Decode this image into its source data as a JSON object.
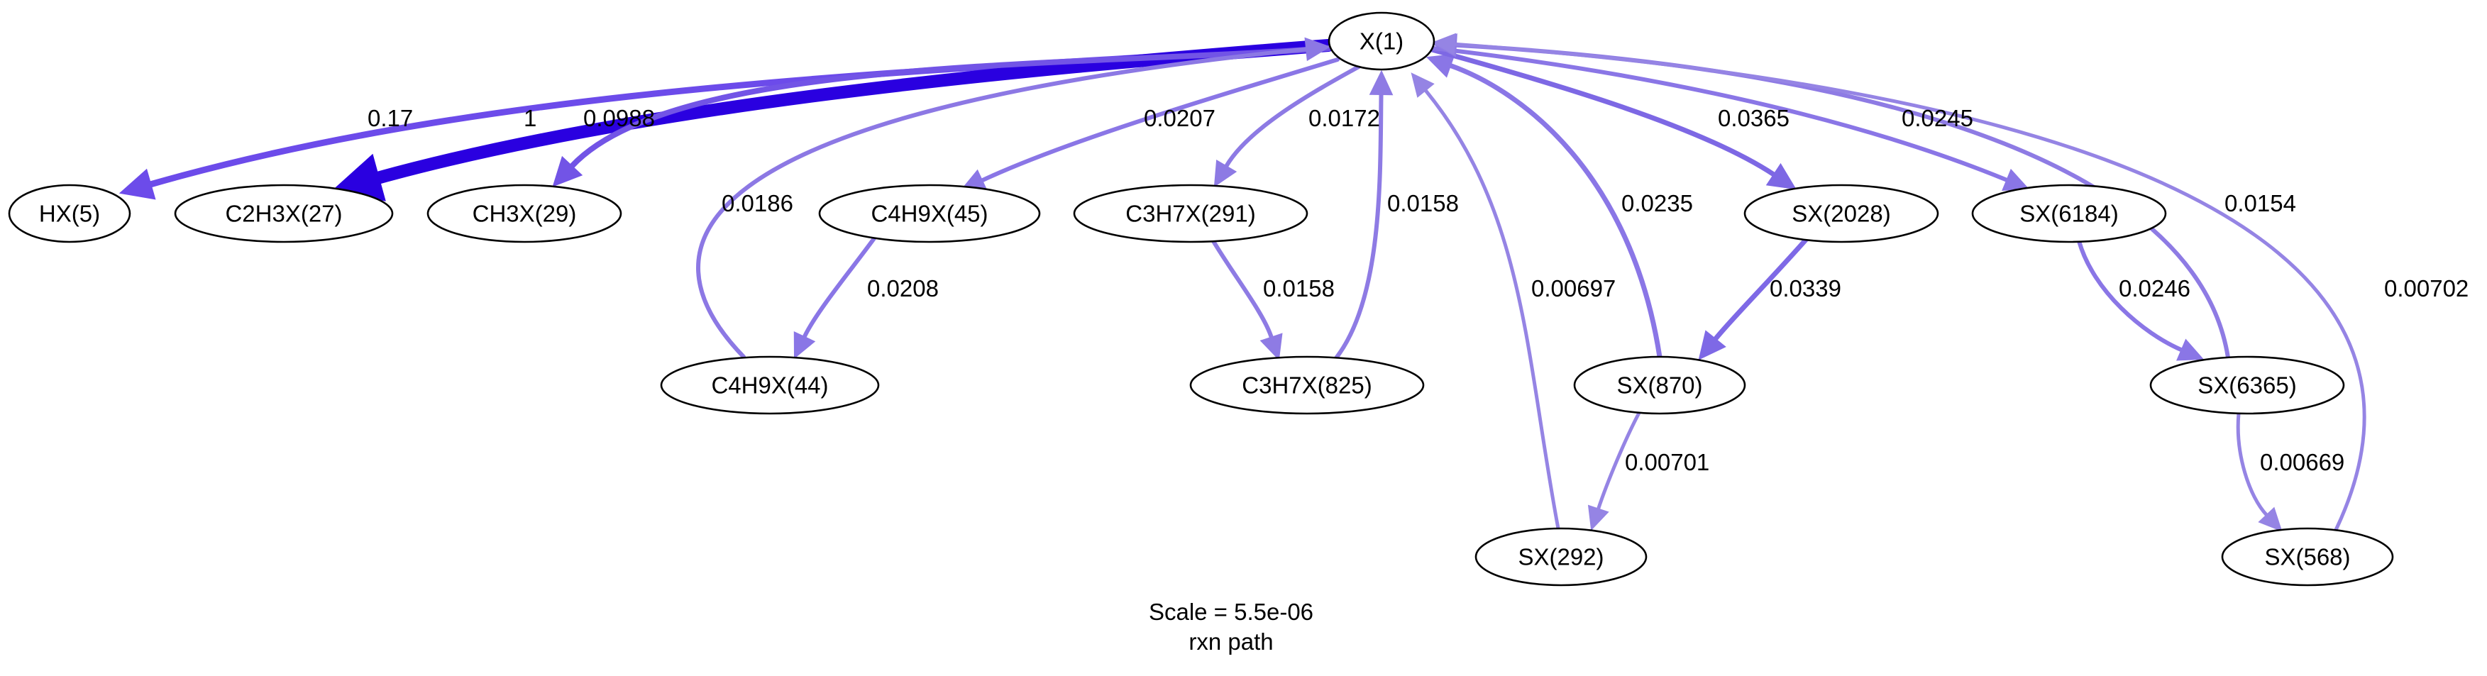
{
  "nodes": [
    {
      "id": "x1",
      "label": "X(1)"
    },
    {
      "id": "hx5",
      "label": "HX(5)"
    },
    {
      "id": "c2h3x27",
      "label": "C2H3X(27)"
    },
    {
      "id": "ch3x29",
      "label": "CH3X(29)"
    },
    {
      "id": "c4h9x45",
      "label": "C4H9X(45)"
    },
    {
      "id": "c3h7x291",
      "label": "C3H7X(291)"
    },
    {
      "id": "sx2028",
      "label": "SX(2028)"
    },
    {
      "id": "sx6184",
      "label": "SX(6184)"
    },
    {
      "id": "c4h9x44",
      "label": "C4H9X(44)"
    },
    {
      "id": "c3h7x825",
      "label": "C3H7X(825)"
    },
    {
      "id": "sx870",
      "label": "SX(870)"
    },
    {
      "id": "sx6365",
      "label": "SX(6365)"
    },
    {
      "id": "sx292",
      "label": "SX(292)"
    },
    {
      "id": "sx568",
      "label": "SX(568)"
    }
  ],
  "edges": [
    {
      "from": "x1",
      "to": "hx5",
      "value": 0.17,
      "label": "0.17"
    },
    {
      "from": "x1",
      "to": "c2h3x27",
      "value": 1,
      "label": "1"
    },
    {
      "from": "x1",
      "to": "ch3x29",
      "value": 0.0988,
      "label": "0.0988"
    },
    {
      "from": "c4h9x44",
      "to": "x1",
      "value": 0.0186,
      "label": "0.0186"
    },
    {
      "from": "x1",
      "to": "c4h9x45",
      "value": 0.0207,
      "label": "0.0207"
    },
    {
      "from": "c4h9x45",
      "to": "c4h9x44",
      "value": 0.0208,
      "label": "0.0208"
    },
    {
      "from": "x1",
      "to": "c3h7x291",
      "value": 0.0172,
      "label": "0.0172"
    },
    {
      "from": "c3h7x291",
      "to": "c3h7x825",
      "value": 0.0158,
      "label": "0.0158"
    },
    {
      "from": "c3h7x825",
      "to": "x1",
      "value": 0.0158,
      "label": "0.0158"
    },
    {
      "from": "sx292",
      "to": "x1",
      "value": 0.00697,
      "label": "0.00697"
    },
    {
      "from": "sx870",
      "to": "x1",
      "value": 0.0235,
      "label": "0.0235"
    },
    {
      "from": "x1",
      "to": "sx2028",
      "value": 0.0365,
      "label": "0.0365"
    },
    {
      "from": "sx2028",
      "to": "sx870",
      "value": 0.0339,
      "label": "0.0339"
    },
    {
      "from": "sx870",
      "to": "sx292",
      "value": 0.00701,
      "label": "0.00701"
    },
    {
      "from": "x1",
      "to": "sx6184",
      "value": 0.0245,
      "label": "0.0245"
    },
    {
      "from": "sx6184",
      "to": "sx6365",
      "value": 0.0246,
      "label": "0.0246"
    },
    {
      "from": "sx6365",
      "to": "x1",
      "value": 0.0154,
      "label": "0.0154"
    },
    {
      "from": "sx6365",
      "to": "sx568",
      "value": 0.00669,
      "label": "0.00669"
    },
    {
      "from": "sx568",
      "to": "x1",
      "value": 0.00702,
      "label": "0.00702"
    }
  ],
  "caption": {
    "scale": "Scale = 5.5e-06",
    "subtitle": "rxn path"
  }
}
